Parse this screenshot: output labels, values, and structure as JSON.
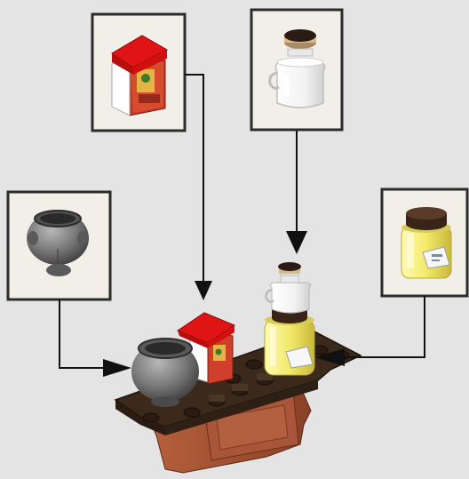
{
  "diagram": {
    "background": "#e4e4e4",
    "frame_color": "#2b2b2b",
    "panel_color": "#f2efe8",
    "arrow_color": "#111111",
    "parts": [
      {
        "id": "cauldron",
        "name": "cauldron-part-icon",
        "icon": "gray-cauldron"
      },
      {
        "id": "popcorn",
        "name": "popcorn-box-part-icon",
        "icon": "red-white-popcorn-box"
      },
      {
        "id": "clear-jar",
        "name": "clear-jar-part-icon",
        "icon": "clear-jar-with-cork"
      },
      {
        "id": "yellow-jar",
        "name": "yellow-jar-part-icon",
        "icon": "yellow-jar-with-lid"
      }
    ],
    "assembly": {
      "icon": "brown-brick-counter-with-items",
      "colors": {
        "counter_top": "#3b2a1c",
        "counter_body": "#9a4f32",
        "cauldron": "#7a7a7a",
        "popcorn_red": "#cc1111",
        "jar_yellow": "#eee66a",
        "cork": "#d8b98a"
      }
    }
  }
}
